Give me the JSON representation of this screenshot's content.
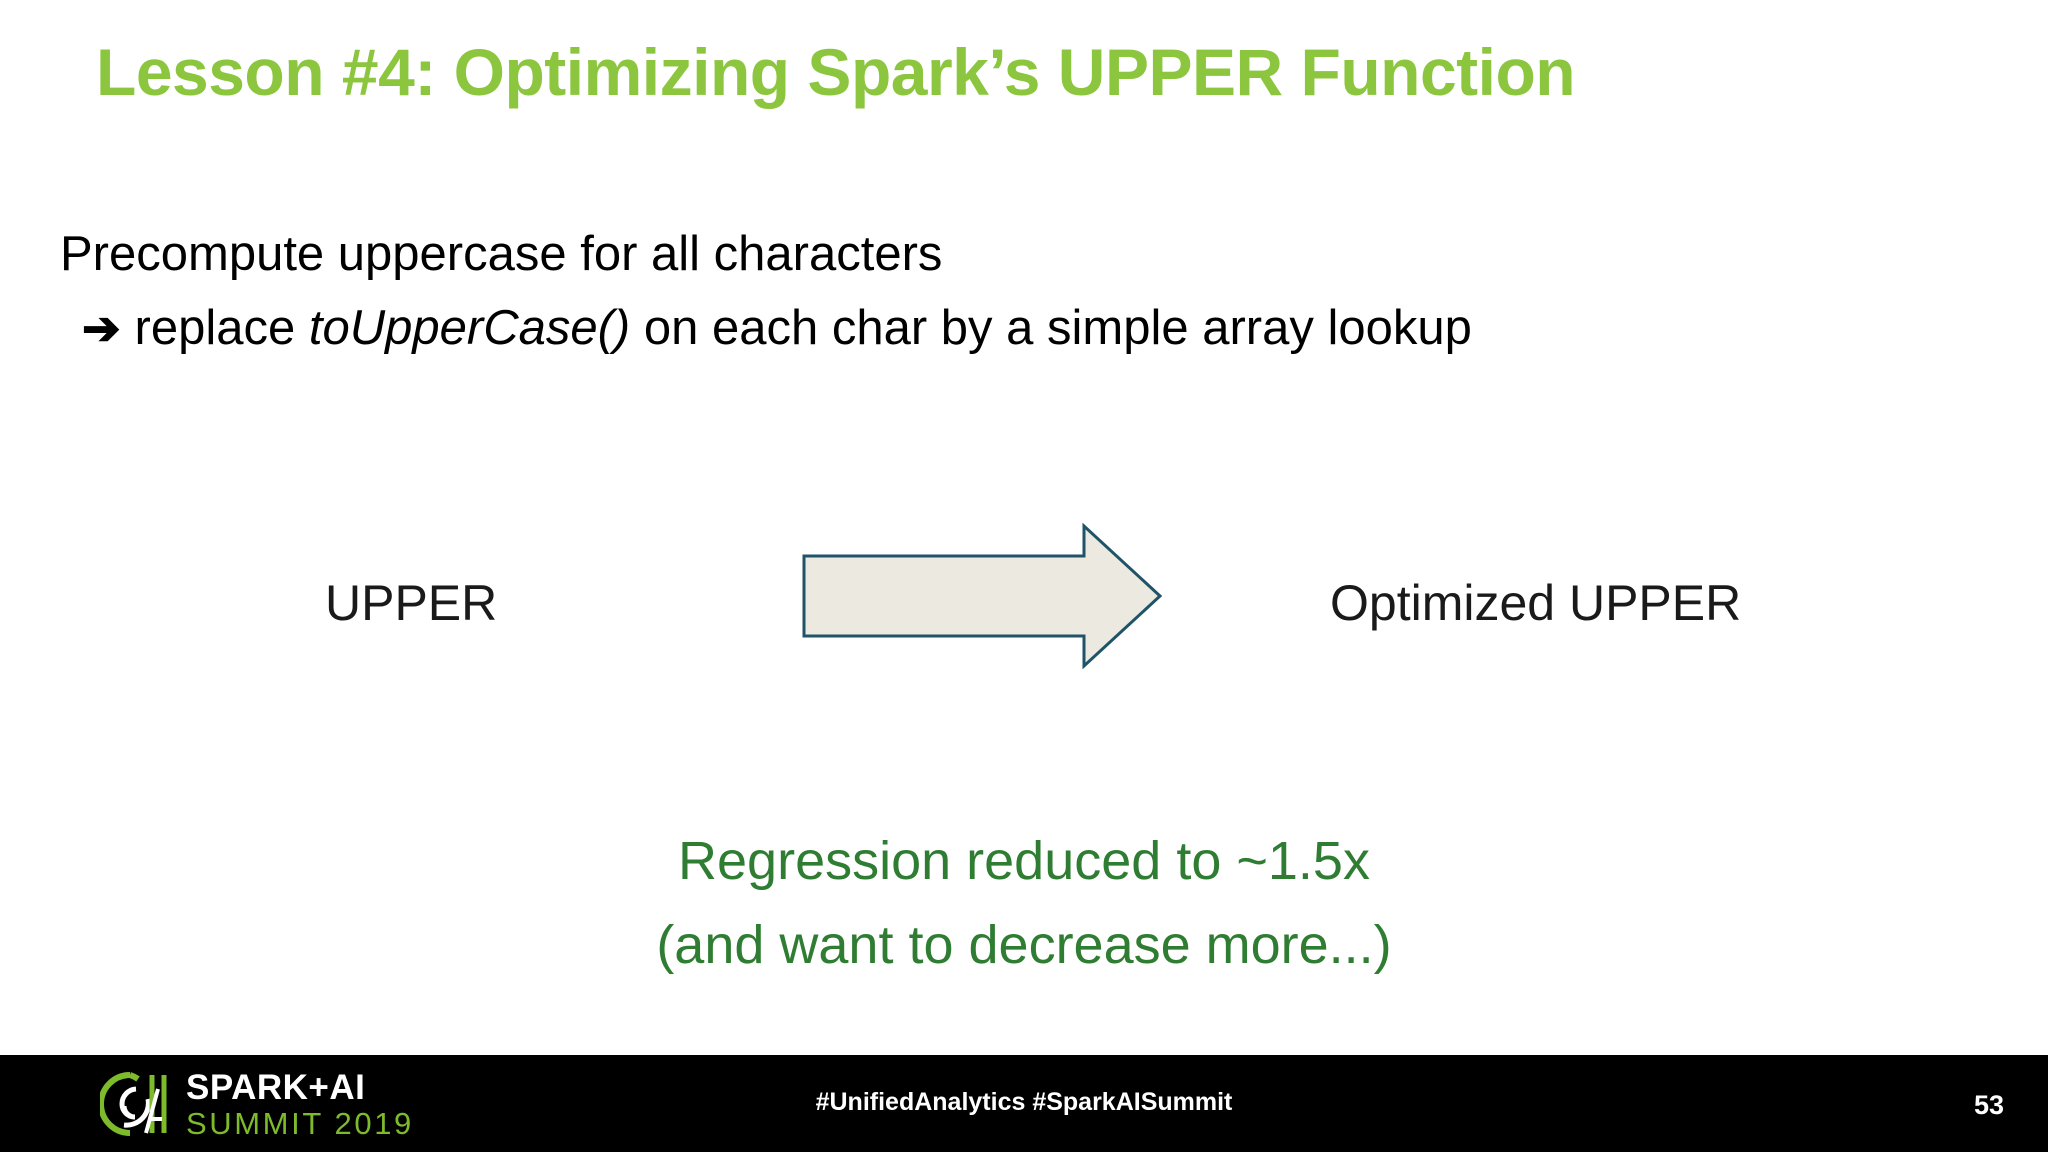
{
  "slide": {
    "title": "Lesson #4: Optimizing Spark’s UPPER Function",
    "title_color": "#8CC63E",
    "background_color": "#FFFFFF"
  },
  "body": {
    "lines": [
      {
        "text": "Precompute uppercase for all characters",
        "level": 0
      },
      {
        "bullet": "➔",
        "pre": "replace ",
        "emphasis": "toUpperCase()",
        "post": " on each char by a simple array lookup",
        "level": 1
      }
    ]
  },
  "diagram": {
    "left_label": "UPPER",
    "right_label": "Optimized UPPER",
    "arrow": {
      "name": "right-arrow",
      "fill": "#EBE9E0",
      "stroke": "#1F5468"
    }
  },
  "result": {
    "color": "#2F7D32",
    "lines": [
      "Regression reduced to ~1.5x",
      "(and want to decrease more...)"
    ]
  },
  "footer": {
    "background_color": "#000000",
    "logo": {
      "mark": "spark-ai-spiral-logo",
      "line1": "SPARK+AI",
      "line2": "SUMMIT 2019",
      "line1_color": "#FFFFFF",
      "line2_color": "#7DBB2B"
    },
    "hashtags": "#UnifiedAnalytics #SparkAISummit",
    "page_number": "53"
  }
}
